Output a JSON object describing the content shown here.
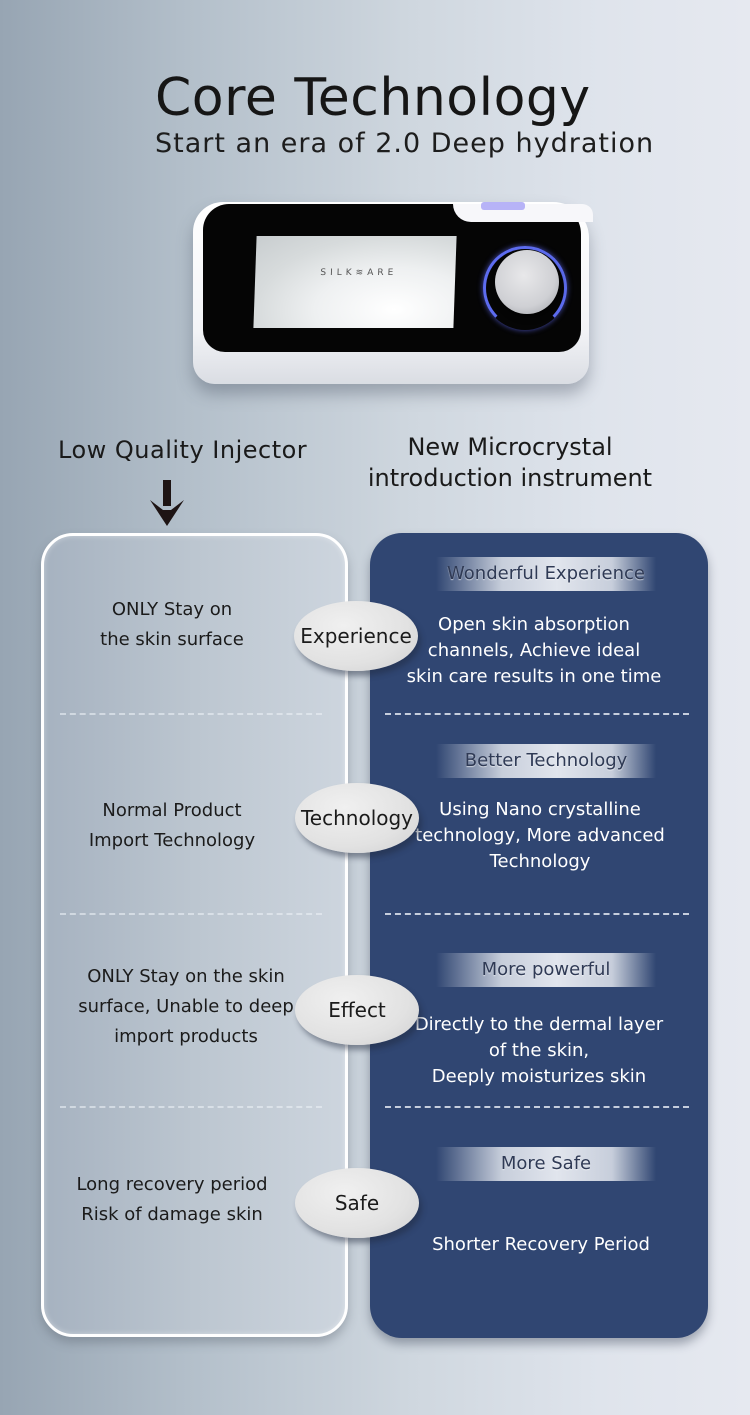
{
  "header": {
    "title": "Core Technology",
    "subtitle": "Start an era of 2.0 Deep hydration"
  },
  "device": {
    "brand_text": "SILK≋ARE",
    "accent_color": "#5d6cf0"
  },
  "comparison": {
    "left_heading": "Low Quality Injector",
    "right_heading_line1": "New Microcrystal",
    "right_heading_line2": "introduction instrument",
    "arrow_icon": "arrow-down-icon",
    "colors": {
      "right_panel": "#304672",
      "left_panel_border": "#ffffff"
    },
    "rows": [
      {
        "category": "Experience",
        "left_lines": [
          "ONLY Stay on",
          "the skin surface"
        ],
        "right_tag": "Wonderful Experience",
        "right_lines": [
          "Open skin absorption",
          "channels, Achieve ideal",
          "skin care results in one time"
        ]
      },
      {
        "category": "Technology",
        "left_lines": [
          "Normal Product",
          "Import Technology"
        ],
        "right_tag": "Better Technology",
        "right_lines": [
          "Using Nano crystalline",
          "technology, More advanced",
          "Technology"
        ]
      },
      {
        "category": "Effect",
        "left_lines": [
          "ONLY Stay on the skin",
          "surface, Unable to deep",
          "import products"
        ],
        "right_tag": "More powerful",
        "right_lines": [
          "Directly to the dermal layer",
          "of the skin,",
          "Deeply moisturizes skin"
        ]
      },
      {
        "category": "Safe",
        "left_lines": [
          "Long recovery period",
          "Risk of damage skin"
        ],
        "right_tag": "More Safe",
        "right_lines": [
          "Shorter Recovery Period"
        ]
      }
    ]
  }
}
